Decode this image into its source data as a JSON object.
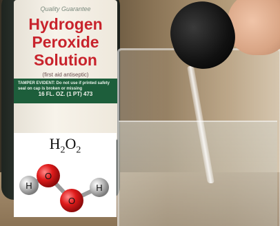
{
  "photo": {
    "bottle_label": {
      "top_text": "Quality Guarantee",
      "title_lines": [
        "Hydrogen",
        "Peroxide",
        "Solution"
      ],
      "subtitle": "(first aid antiseptic)",
      "warning": "TAMPER EVIDENT: Do not use if printed safety seal on cap is broken or missing",
      "quantity": "16 FL. OZ. (1 PT) 473"
    }
  },
  "inset": {
    "formula_parts": [
      "H",
      "2",
      "O",
      "2"
    ],
    "atoms": [
      {
        "label": "H",
        "element": "hydrogen",
        "color": "#c8c8c8"
      },
      {
        "label": "O",
        "element": "oxygen",
        "color": "#e01b1b"
      },
      {
        "label": "O",
        "element": "oxygen",
        "color": "#e01b1b"
      },
      {
        "label": "H",
        "element": "hydrogen",
        "color": "#c8c8c8"
      }
    ]
  }
}
